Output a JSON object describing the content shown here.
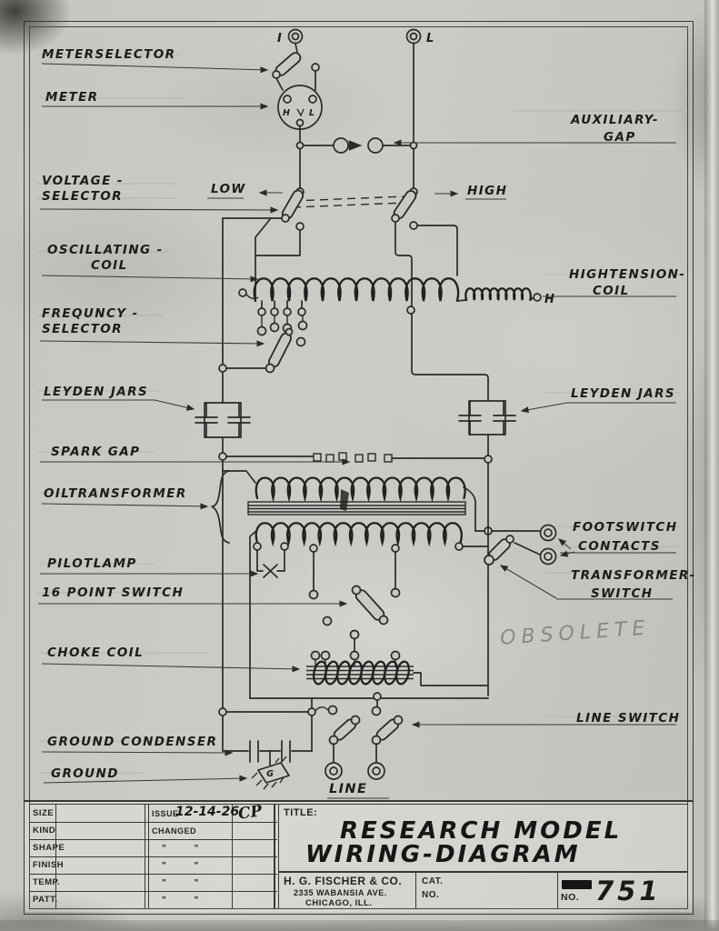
{
  "colors": {
    "paper": "#c9c8c4",
    "ink": "#2b2a28",
    "pencil": "#6e6c66"
  },
  "diagram": {
    "labels": {
      "meter_selector": "METERSELECTOR",
      "meter": "METER",
      "auxiliary_gap_1": "AUXILIARY-",
      "auxiliary_gap_2": "GAP",
      "voltage_selector_1": "VOLTAGE -",
      "voltage_selector_2": "SELECTOR",
      "low": "LOW",
      "high": "HIGH",
      "oscillating_coil_1": "OSCILLATING -",
      "oscillating_coil_2": "COIL",
      "high_tension_coil_1": "HIGHTENSION-",
      "high_tension_coil_2": "COIL",
      "frequency_selector_1": "FREQUNCY -",
      "frequency_selector_2": "SELECTOR",
      "leyden_jars_left": "LEYDEN JARS",
      "leyden_jars_right": "LEYDEN JARS",
      "spark_gap": "SPARK GAP",
      "oil_transformer": "OILTRANSFORMER",
      "pilot_lamp": "PILOTLAMP",
      "sixteen_point_switch": "16 POINT SWITCH",
      "footswitch_contacts_1": "FOOTSWITCH",
      "footswitch_contacts_2": "CONTACTS",
      "transformer_switch_1": "TRANSFORMER-",
      "transformer_switch_2": "SWITCH",
      "choke_coil": "CHOKE COIL",
      "ground_condenser": "GROUND CONDENSER",
      "ground": "GROUND",
      "line": "LINE",
      "line_switch": "LINE SWITCH",
      "obsolete_note": "OBSOLETE"
    },
    "terminals": {
      "instrument": "I",
      "line_top": "L",
      "meter_high": "H",
      "meter_low": "L",
      "high_tension": "H",
      "ground_symbol": "G"
    }
  },
  "title_block": {
    "rows": [
      {
        "label": "SIZE"
      },
      {
        "label": "KIND"
      },
      {
        "label": "SHAPE"
      },
      {
        "label": "FINISH"
      },
      {
        "label": "TEMP."
      },
      {
        "label": "PATT."
      }
    ],
    "issue_label": "ISSUE",
    "issue_date": "12-14-26",
    "issue_initials": "CP",
    "changed_label": "CHANGED",
    "ditto": "\"    \"",
    "title_label": "TITLE:",
    "title_line1": "RESEARCH MODEL",
    "title_line2": "WIRING-DIAGRAM",
    "company_name": "H. G. FISCHER & CO.",
    "company_address": "2335 WABANSIA AVE.",
    "company_city": "CHICAGO, ILL.",
    "cat_label_1": "CAT.",
    "cat_label_2": "NO.",
    "number_label": "NO.",
    "drawing_number": "751"
  }
}
